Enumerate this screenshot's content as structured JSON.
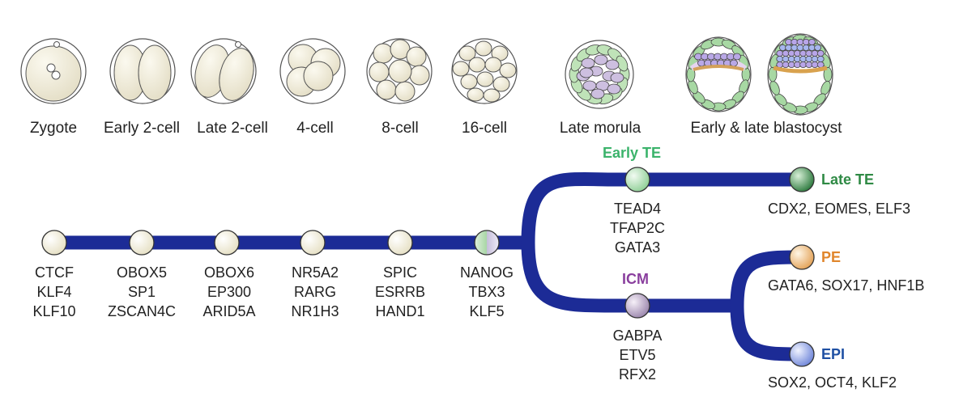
{
  "stages": [
    "Zygote",
    "Early 2-cell",
    "Late 2-cell",
    "4-cell",
    "8-cell",
    "16-cell",
    "Late morula",
    "Early & late blastocyst"
  ],
  "trunk_genes": [
    [
      "CTCF",
      "KLF4",
      "KLF10"
    ],
    [
      "OBOX5",
      "SP1",
      "ZSCAN4C"
    ],
    [
      "OBOX6",
      "EP300",
      "ARID5A"
    ],
    [
      "NR5A2",
      "RARG",
      "NR1H3"
    ],
    [
      "SPIC",
      "ESRRB",
      "HAND1"
    ],
    [
      "NANOG",
      "TBX3",
      "KLF5"
    ]
  ],
  "lineages": {
    "early_te": {
      "label": "Early TE",
      "genes": [
        "TEAD4",
        "TFAP2C",
        "GATA3"
      ],
      "color": "#3bb36b"
    },
    "late_te": {
      "label": "Late TE",
      "genes": "CDX2, EOMES, ELF3",
      "color": "#2f8a45"
    },
    "icm": {
      "label": "ICM",
      "genes": [
        "GABPA",
        "ETV5",
        "RFX2"
      ],
      "color": "#8a3f9e"
    },
    "pe": {
      "label": "PE",
      "genes": "GATA6, SOX17, HNF1B",
      "color": "#e0862c"
    },
    "epi": {
      "label": "EPI",
      "genes": "SOX2, OCT4, KLF2",
      "color": "#1e4fa3"
    }
  },
  "colors": {
    "track": "#1c2b96",
    "cell_fill": "#f3efdc",
    "cell_stroke": "#555555"
  }
}
